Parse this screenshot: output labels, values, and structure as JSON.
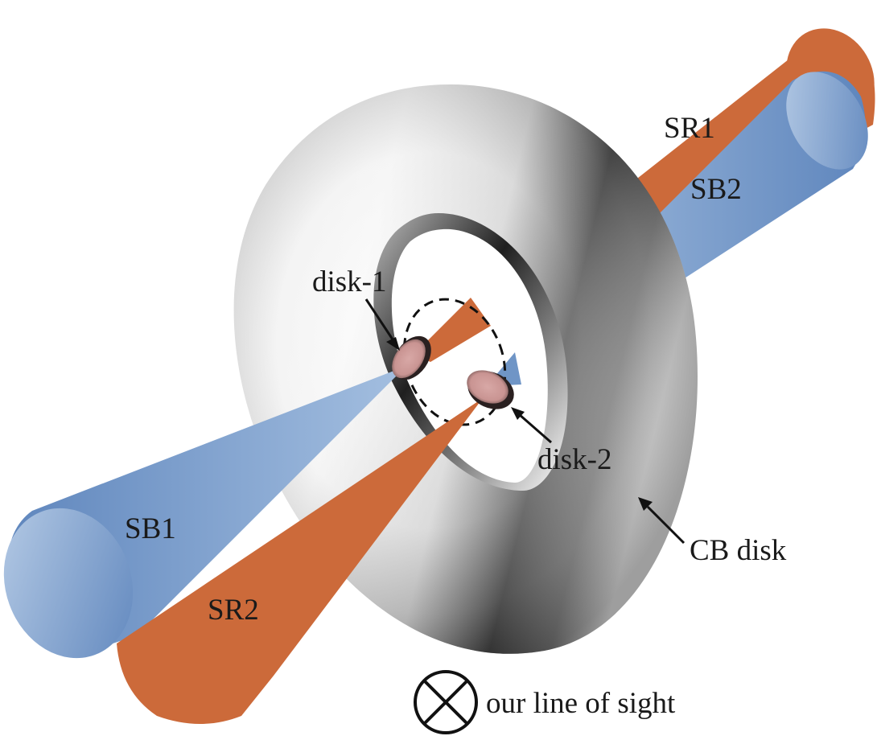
{
  "labels": {
    "sr1": "SR1",
    "sb2": "SB2",
    "sb1": "SB1",
    "sr2": "SR2",
    "disk1": "disk-1",
    "disk2": "disk-2",
    "cb_disk": "CB disk",
    "line_of_sight": "our line of sight"
  },
  "colors": {
    "red_beam": "#cc6a3a",
    "blue_beam": "#6f95c6",
    "blue_light": "#a9c3e2",
    "disk_pink": "#cf9a98",
    "torus_dark": "#111111",
    "torus_light": "#f4f4f4",
    "background": "#ffffff"
  },
  "icons": {
    "line_of_sight_symbol": "circled-x-icon"
  }
}
